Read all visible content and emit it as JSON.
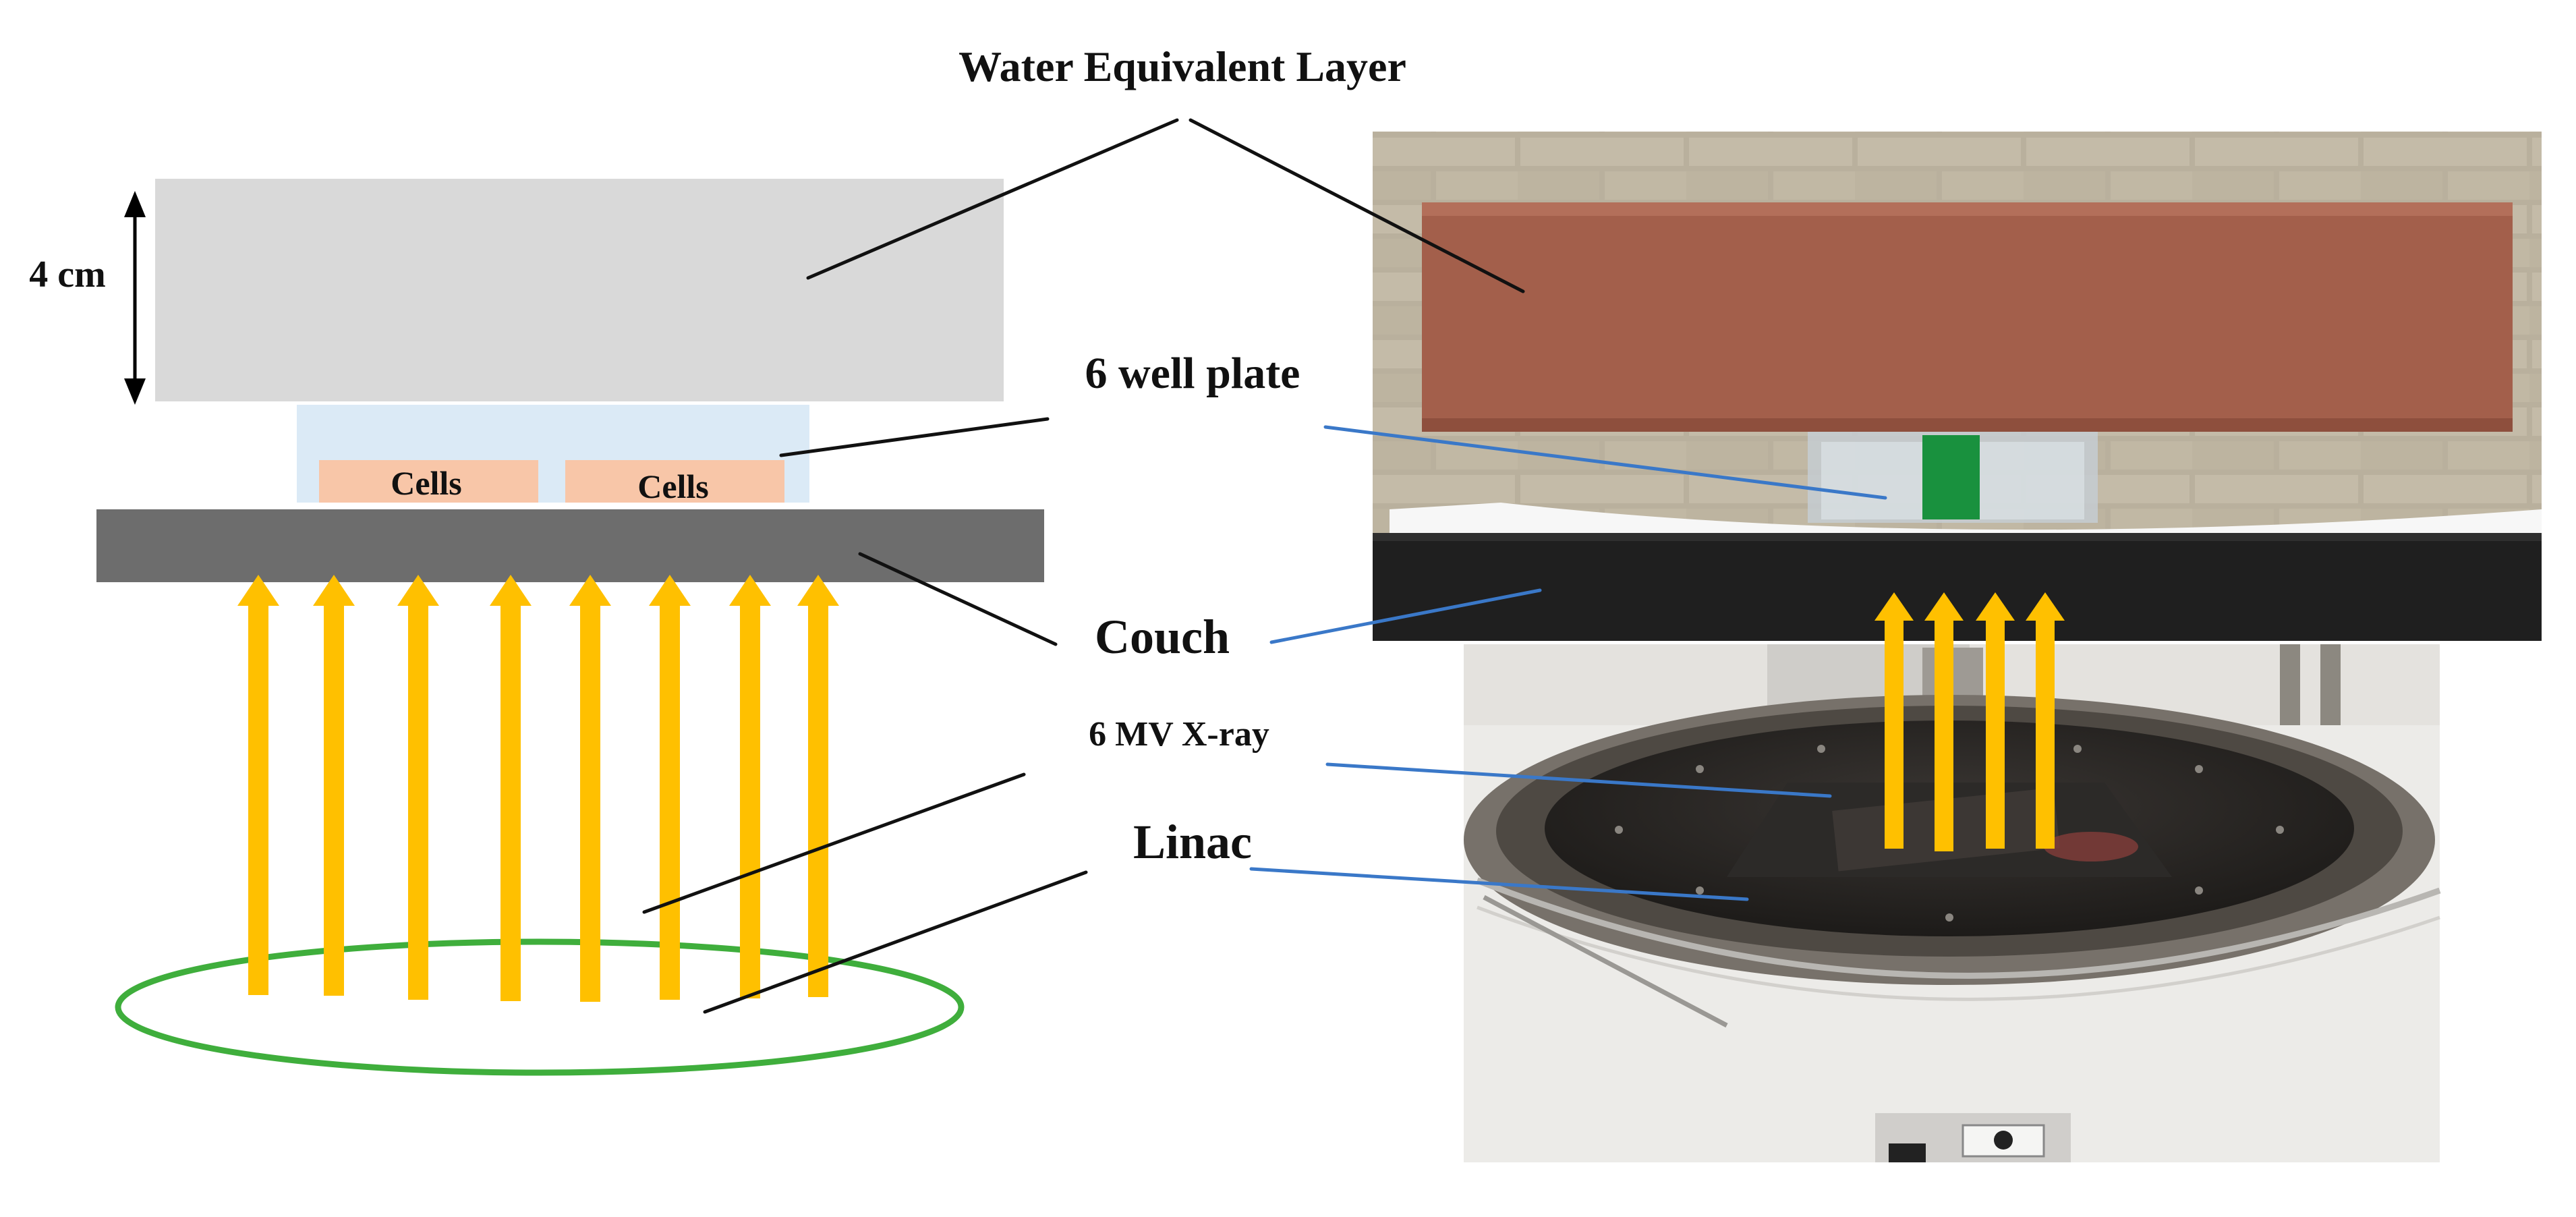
{
  "labels": {
    "water_layer": "Water Equivalent Layer",
    "thickness": "4 cm",
    "well_plate": "6 well plate",
    "cells_left": "Cells",
    "cells_right": "Cells",
    "couch": "Couch",
    "xray": "6 MV X-ray",
    "linac": "Linac"
  },
  "colors": {
    "water_layer": "#d9d9d9",
    "well_plate": "#dbeaf6",
    "cells": "#f8c6a8",
    "couch": "#6d6d6d",
    "beam": "#ffc000",
    "linac": "#3fae3c",
    "schematic_leader": "#111111",
    "photo_leader": "#3a78c8",
    "photo_water_slab": "#a35f4b",
    "photo_wall": "#b5ac99",
    "photo_couch": "#1f1f1f",
    "photo_gantry_ring": "#5a544d"
  },
  "icons": {
    "thickness_marker": "double-headed-vertical-arrow-icon",
    "beam": "up-arrow-icon"
  }
}
